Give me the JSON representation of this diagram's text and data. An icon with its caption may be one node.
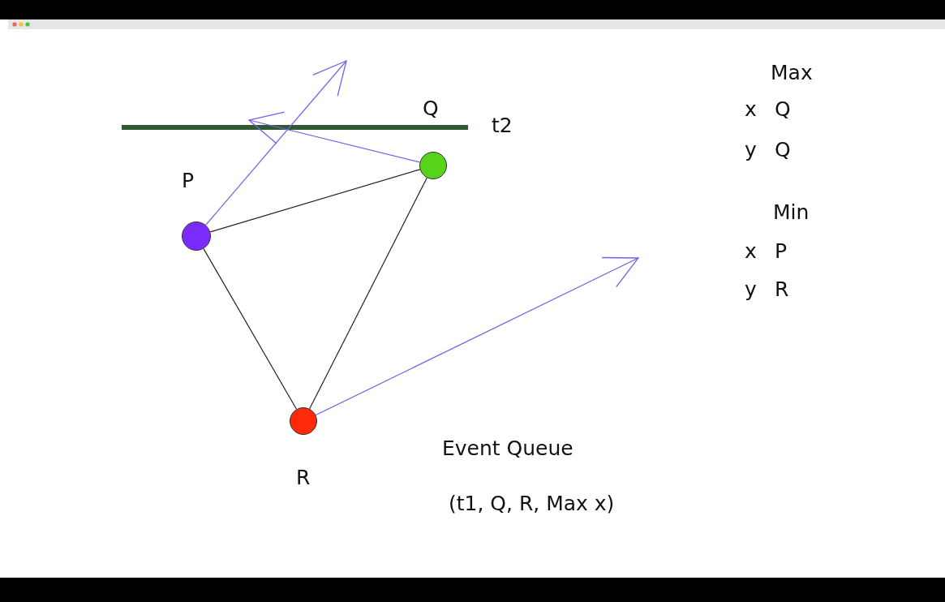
{
  "diagram": {
    "nodes": [
      {
        "text": [],
        "shape": "circle",
        "beside": [
          "P"
        ]
      },
      {
        "text": [],
        "shape": "circle",
        "beside": [
          "Q"
        ]
      },
      {
        "text": [],
        "shape": "circle",
        "beside": [
          "R"
        ]
      }
    ],
    "edges": [
      {
        "from": 0,
        "to": 1,
        "arrow": "none"
      },
      {
        "from": 1,
        "to": 2,
        "arrow": "none"
      },
      {
        "from": 0,
        "to": 2,
        "arrow": "none"
      },
      {
        "from": 0,
        "to": null,
        "arrow": "to",
        "color": "#7a5ee8"
      },
      {
        "from": 1,
        "to": null,
        "arrow": "to",
        "color": "#7a5ee8"
      },
      {
        "from": 2,
        "to": null,
        "arrow": "to",
        "color": "#7a5ee8"
      }
    ],
    "labels": [
      "t2",
      "Max",
      "x",
      "Q",
      "y",
      "Q",
      "Min",
      "x",
      "P",
      "y",
      "R",
      "Event Queue",
      "(t1, Q, R, Max x)"
    ]
  }
}
